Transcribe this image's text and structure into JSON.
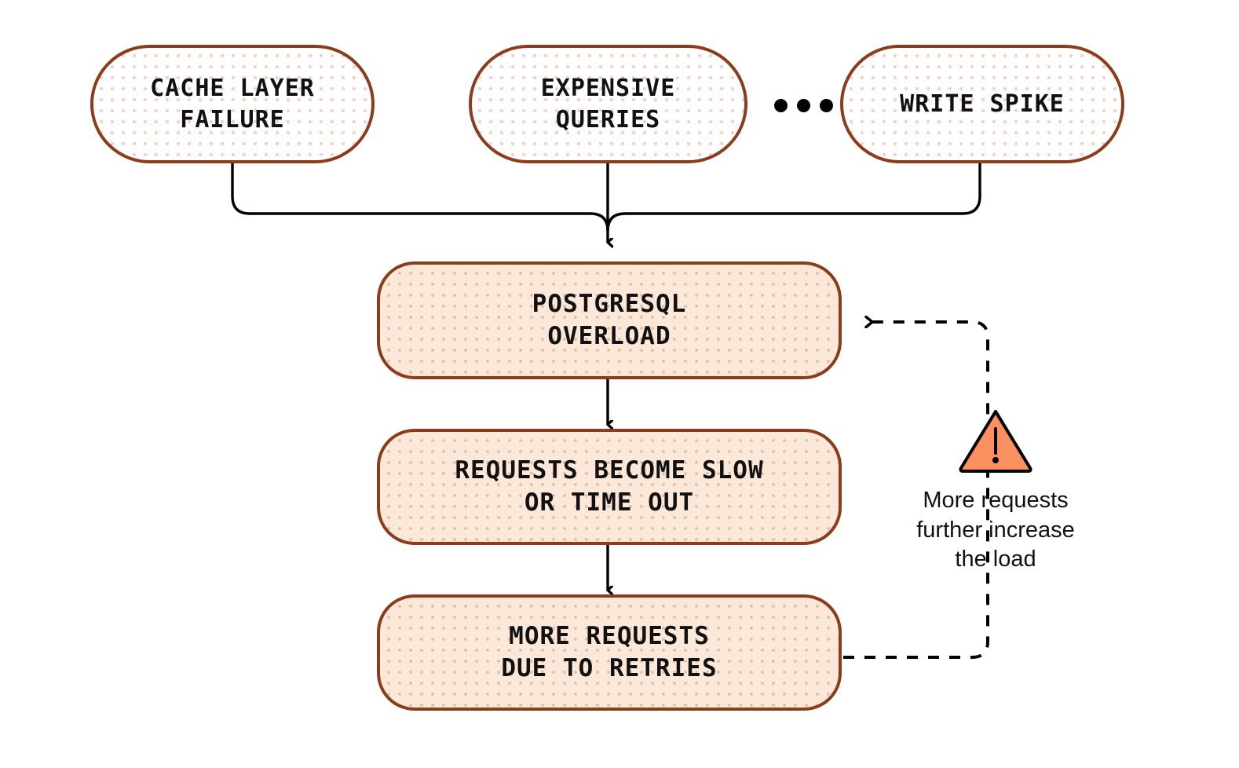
{
  "diagram": {
    "title": "PostgreSQL overload feedback loop",
    "colors": {
      "node_border": "#8a3c1b",
      "cause_fill": "#ffffff",
      "cause_dot": "#f7cfc6",
      "effect_fill": "#fbe8d8",
      "effect_dot": "#e0c3ac",
      "warning_fill": "#fa8f5f",
      "connector": "#000000",
      "text": "#111111"
    },
    "causes": [
      {
        "id": "cache-layer-failure",
        "label": "CACHE LAYER\nFAILURE"
      },
      {
        "id": "expensive-queries",
        "label": "EXPENSIVE\nQUERIES"
      },
      {
        "id": "write-spike",
        "label": "WRITE SPIKE"
      }
    ],
    "ellipsis": {
      "id": "more-causes-ellipsis",
      "dots": 3
    },
    "effects": [
      {
        "id": "postgresql-overload",
        "label": "POSTGRESQL\nOVERLOAD"
      },
      {
        "id": "requests-become-slow",
        "label": "REQUESTS BECOME SLOW\nOR TIME OUT"
      },
      {
        "id": "more-requests-retries",
        "label": "MORE REQUESTS\nDUE TO RETRIES"
      }
    ],
    "feedback": {
      "icon": "warning-triangle-icon",
      "glyph": "!",
      "caption": "More requests\nfurther increase\nthe load"
    }
  }
}
